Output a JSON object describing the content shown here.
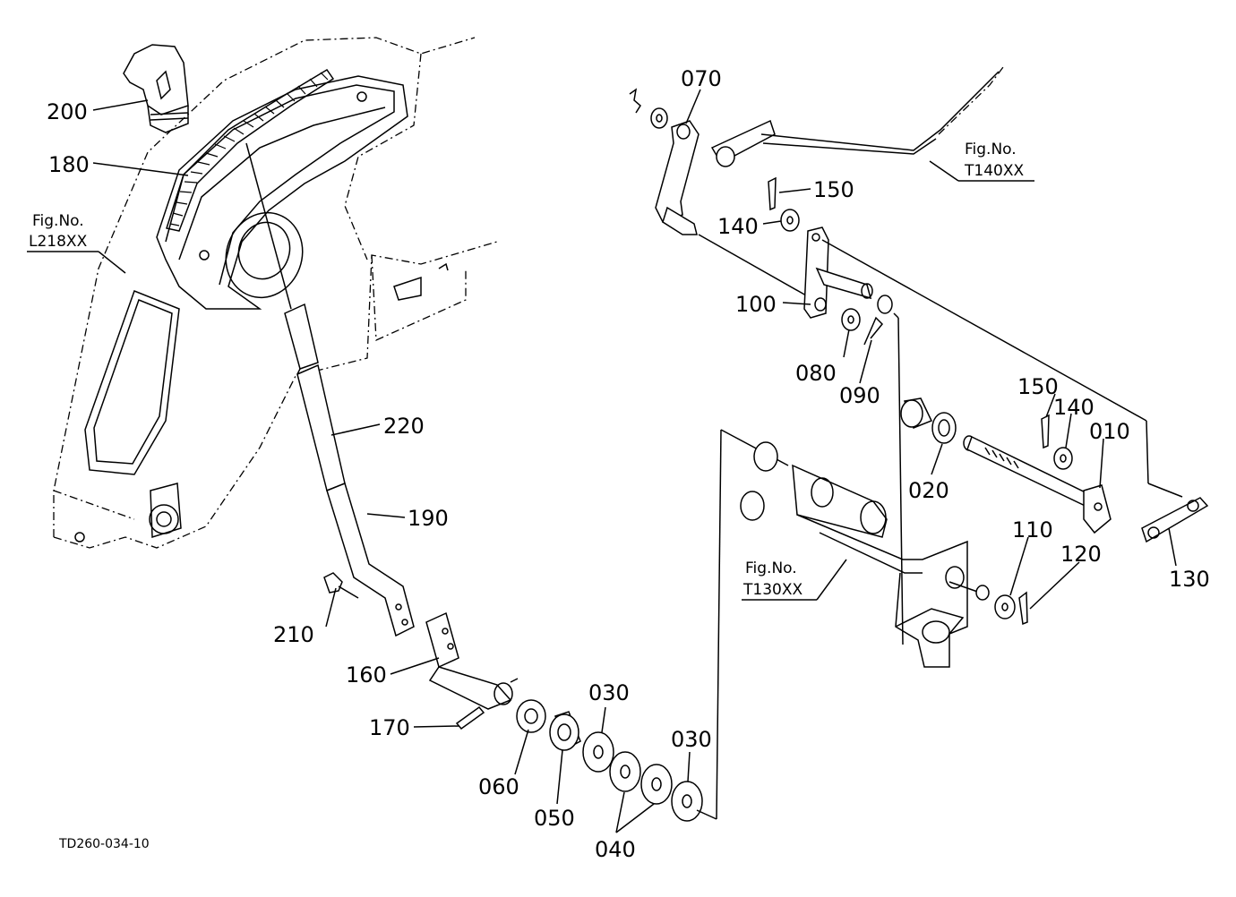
{
  "drawing_code": "TD260-034-10",
  "references": [
    {
      "id": "ref-l218",
      "line1": "Fig.No.",
      "line2": "L218XX"
    },
    {
      "id": "ref-t140",
      "line1": "Fig.No.",
      "line2": "T140XX"
    },
    {
      "id": "ref-t130",
      "line1": "Fig.No.",
      "line2": "T130XX"
    }
  ],
  "parts": [
    {
      "key": "p200",
      "label": "200"
    },
    {
      "key": "p180",
      "label": "180"
    },
    {
      "key": "p220",
      "label": "220"
    },
    {
      "key": "p190",
      "label": "190"
    },
    {
      "key": "p210",
      "label": "210"
    },
    {
      "key": "p160",
      "label": "160"
    },
    {
      "key": "p170",
      "label": "170"
    },
    {
      "key": "p060",
      "label": "060"
    },
    {
      "key": "p050",
      "label": "050"
    },
    {
      "key": "p030a",
      "label": "030"
    },
    {
      "key": "p030b",
      "label": "030"
    },
    {
      "key": "p040",
      "label": "040"
    },
    {
      "key": "p070",
      "label": "070"
    },
    {
      "key": "p150a",
      "label": "150"
    },
    {
      "key": "p140a",
      "label": "140"
    },
    {
      "key": "p100",
      "label": "100"
    },
    {
      "key": "p080",
      "label": "080"
    },
    {
      "key": "p090",
      "label": "090"
    },
    {
      "key": "p150b",
      "label": "150"
    },
    {
      "key": "p140b",
      "label": "140"
    },
    {
      "key": "p010",
      "label": "010"
    },
    {
      "key": "p020",
      "label": "020"
    },
    {
      "key": "p110",
      "label": "110"
    },
    {
      "key": "p120",
      "label": "120"
    },
    {
      "key": "p130",
      "label": "130"
    }
  ]
}
